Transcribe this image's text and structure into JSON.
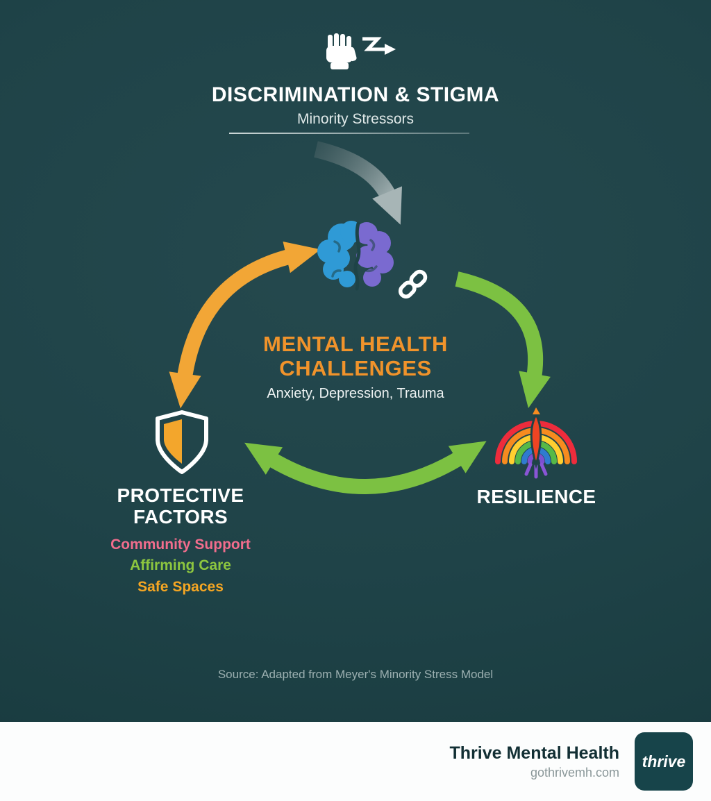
{
  "colors": {
    "background": "#1f4348",
    "arrow_orange": "#f2a636",
    "arrow_green": "#7cc142",
    "arrow_gray": "#a7b5b6",
    "center_title_orange": "#f0932b",
    "community_support_pink": "#f26d8d",
    "affirming_care_green": "#8dc63f",
    "safe_spaces_yellow": "#f5a623",
    "footer_background": "#fcfdfd",
    "logo_background": "#17444a"
  },
  "header": {
    "icon": "raised-fist-with-arrow",
    "title": "DISCRIMINATION & STIGMA",
    "subtitle": "Minority Stressors"
  },
  "center": {
    "icon": "brain-with-chain-link",
    "title_line1": "MENTAL HEALTH",
    "title_line2": "CHALLENGES",
    "subtitle": "Anxiety, Depression, Trauma"
  },
  "protective": {
    "icon": "half-filled-shield",
    "title_line1": "PROTECTIVE",
    "title_line2": "FACTORS",
    "items": [
      {
        "label": "Community Support",
        "color": "#f26d8d"
      },
      {
        "label": "Affirming Care",
        "color": "#8dc63f"
      },
      {
        "label": "Safe Spaces",
        "color": "#f5a623"
      }
    ]
  },
  "resilience": {
    "icon": "rainbow-phoenix",
    "title": "RESILIENCE"
  },
  "source": "Source: Adapted from Meyer's Minority Stress Model",
  "footer": {
    "brand": "Thrive Mental Health",
    "website": "gothrivemh.com",
    "logo_text": "thrive"
  }
}
